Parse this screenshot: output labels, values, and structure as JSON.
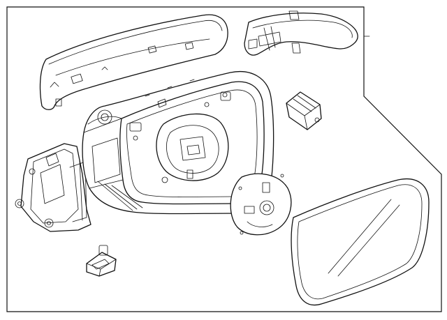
{
  "diagram": {
    "type": "exploded-parts-view",
    "line_color": "#111111",
    "background_color": "#ffffff",
    "parts": [
      {
        "id": "mirror-cover",
        "icon": "cover-cap-shape"
      },
      {
        "id": "turn-signal-lamp",
        "icon": "signal-lamp-shape"
      },
      {
        "id": "mirror-housing",
        "icon": "housing-shape"
      },
      {
        "id": "electrical-connector",
        "icon": "connector-shape"
      },
      {
        "id": "mounting-base",
        "icon": "base-bracket-shape"
      },
      {
        "id": "puddle-lamp",
        "icon": "small-lamp-shape"
      },
      {
        "id": "backing-plate",
        "icon": "round-plate-shape"
      },
      {
        "id": "mirror-glass",
        "icon": "glass-shape"
      }
    ]
  }
}
